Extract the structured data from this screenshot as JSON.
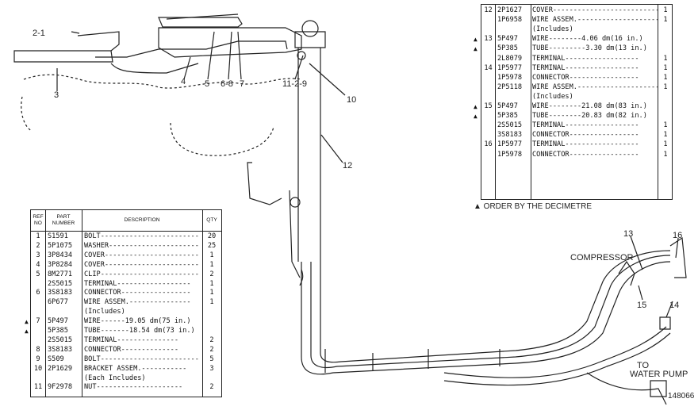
{
  "callouts": {
    "c1": "2-1",
    "c2": "3",
    "c3": "4",
    "c4": "5",
    "c5": "6-8",
    "c6": "7",
    "c7": "11-2-9",
    "c8": "10",
    "c9": "12",
    "c10": "13",
    "c11": "16",
    "c12": "15",
    "c13": "14"
  },
  "annotations": {
    "compressor": "COMPRESSOR",
    "to": "TO",
    "water_pump": "WATER PUMP",
    "drawing_no": "148066",
    "order_note": "▲ ORDER BY THE DECIMETRE"
  },
  "left_table": {
    "headers": {
      "ref": "REF NO",
      "part": "PART NUMBER",
      "desc": "DESCRIPTION",
      "qty": "QTY"
    },
    "rows": [
      {
        "ref": "1",
        "mark": "",
        "pn": "S1591",
        "desc": "BOLT------------------------",
        "qty": "20"
      },
      {
        "ref": "2",
        "mark": "",
        "pn": "5P1075",
        "desc": "WASHER----------------------",
        "qty": "25"
      },
      {
        "ref": "3",
        "mark": "",
        "pn": "3P8434",
        "desc": "COVER-----------------------",
        "qty": "1"
      },
      {
        "ref": "4",
        "mark": "",
        "pn": "3P8284",
        "desc": "COVER-----------------------",
        "qty": "1"
      },
      {
        "ref": "5",
        "mark": "",
        "pn": "8M2771",
        "desc": "CLIP------------------------",
        "qty": "2"
      },
      {
        "ref": "",
        "mark": "",
        "pn": "2S5015",
        "desc": "TERMINAL------------------",
        "qty": "1"
      },
      {
        "ref": "6",
        "mark": "",
        "pn": "3S8183",
        "desc": "CONNECTOR-----------------",
        "qty": "1"
      },
      {
        "ref": "",
        "mark": "",
        "pn": "6P677",
        "desc": "WIRE ASSEM.---------------",
        "qty": "1"
      },
      {
        "ref": "",
        "mark": "",
        "pn": "",
        "desc": "  (Includes)",
        "qty": ""
      },
      {
        "ref": "7",
        "mark": "▲",
        "pn": "5P497",
        "desc": "  WIRE------19.05 dm(75 in.)",
        "qty": ""
      },
      {
        "ref": "",
        "mark": "▲",
        "pn": "5P385",
        "desc": "  TUBE-------18.54 dm(73 in.)",
        "qty": ""
      },
      {
        "ref": "",
        "mark": "",
        "pn": "2S5015",
        "desc": "  TERMINAL---------------",
        "qty": "2"
      },
      {
        "ref": "8",
        "mark": "",
        "pn": "3S8183",
        "desc": "  CONNECTOR--------------",
        "qty": "2"
      },
      {
        "ref": "9",
        "mark": "",
        "pn": "S509",
        "desc": "BOLT------------------------",
        "qty": "5"
      },
      {
        "ref": "10",
        "mark": "",
        "pn": "2P1629",
        "desc": "BRACKET ASSEM.-----------",
        "qty": "3"
      },
      {
        "ref": "",
        "mark": "",
        "pn": "",
        "desc": "  (Each Includes)",
        "qty": ""
      },
      {
        "ref": "11",
        "mark": "",
        "pn": "9F2978",
        "desc": "  NUT---------------------",
        "qty": "2"
      }
    ]
  },
  "right_table": {
    "rows": [
      {
        "ref": "12",
        "mark": "",
        "pn": "2P1627",
        "desc": "COVER--------------------------",
        "qty": "1"
      },
      {
        "ref": "",
        "mark": "",
        "pn": "1P6958",
        "desc": "WIRE ASSEM.----------------------",
        "qty": "1"
      },
      {
        "ref": "",
        "mark": "",
        "pn": "",
        "desc": "  (Includes)",
        "qty": ""
      },
      {
        "ref": "13",
        "mark": "▲",
        "pn": "5P497",
        "desc": "  WIRE--------4.06 dm(16 in.)",
        "qty": ""
      },
      {
        "ref": "",
        "mark": "▲",
        "pn": "5P385",
        "desc": "  TUBE---------3.30 dm(13 in.)",
        "qty": ""
      },
      {
        "ref": "",
        "mark": "",
        "pn": "2L8079",
        "desc": "  TERMINAL------------------",
        "qty": "1"
      },
      {
        "ref": "14",
        "mark": "",
        "pn": "1P5977",
        "desc": "  TERMINAL------------------",
        "qty": "1"
      },
      {
        "ref": "",
        "mark": "",
        "pn": "1P5978",
        "desc": "  CONNECTOR-----------------",
        "qty": "1"
      },
      {
        "ref": "",
        "mark": "",
        "pn": "2P5118",
        "desc": "WIRE ASSEM.----------------------",
        "qty": "1"
      },
      {
        "ref": "",
        "mark": "",
        "pn": "",
        "desc": "  (Includes)",
        "qty": ""
      },
      {
        "ref": "15",
        "mark": "▲",
        "pn": "5P497",
        "desc": "  WIRE--------21.08 dm(83 in.)",
        "qty": ""
      },
      {
        "ref": "",
        "mark": "▲",
        "pn": "5P385",
        "desc": "  TUBE--------20.83 dm(82 in.)",
        "qty": ""
      },
      {
        "ref": "",
        "mark": "",
        "pn": "2S5015",
        "desc": "  TERMINAL------------------",
        "qty": "1"
      },
      {
        "ref": "",
        "mark": "",
        "pn": "3S8183",
        "desc": "  CONNECTOR-----------------",
        "qty": "1"
      },
      {
        "ref": "16",
        "mark": "",
        "pn": "1P5977",
        "desc": "  TERMINAL------------------",
        "qty": "1"
      },
      {
        "ref": "",
        "mark": "",
        "pn": "1P5978",
        "desc": "  CONNECTOR-----------------",
        "qty": "1"
      }
    ]
  }
}
